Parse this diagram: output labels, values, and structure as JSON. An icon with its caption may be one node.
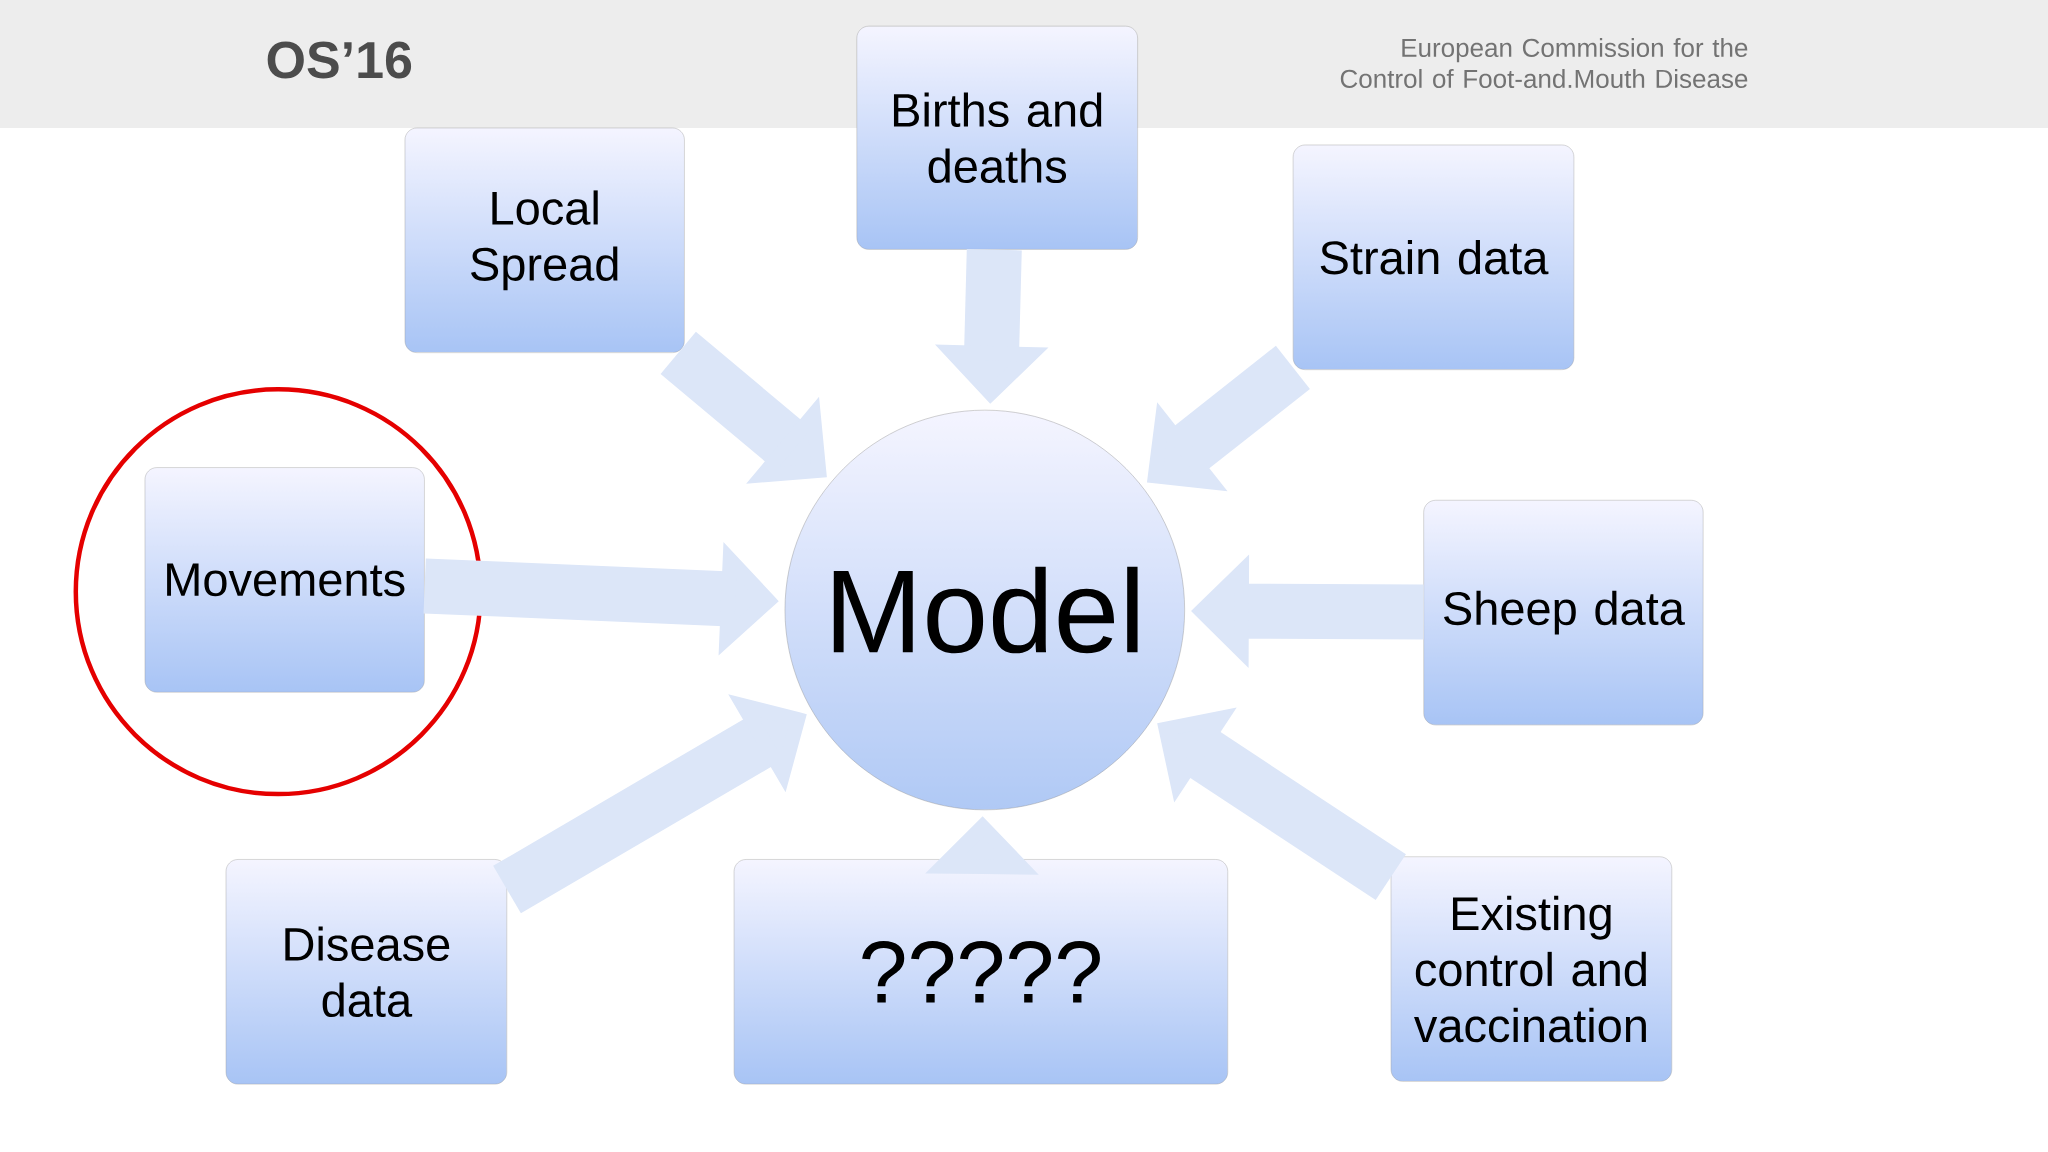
{
  "diagram": {
    "nodes": [
      {
        "text": [
          "Local Spread"
        ]
      },
      {
        "text": [
          "Births and deaths"
        ]
      },
      {
        "text": [
          "Strain data"
        ]
      },
      {
        "text": [
          "Movements"
        ]
      },
      {
        "text": [
          "Model"
        ]
      },
      {
        "text": [
          "Sheep data"
        ]
      },
      {
        "text": [
          "Disease data"
        ]
      },
      {
        "text": [
          "?????"
        ]
      },
      {
        "text": [
          "Existing control and vaccination"
        ]
      }
    ],
    "edges": [
      {
        "from": 0,
        "to": 4,
        "arrow": "to"
      },
      {
        "from": 1,
        "to": 4,
        "arrow": "to"
      },
      {
        "from": 2,
        "to": 4,
        "arrow": "to"
      },
      {
        "from": 3,
        "to": 4,
        "arrow": "to"
      },
      {
        "from": 5,
        "to": 4,
        "arrow": "to"
      },
      {
        "from": 6,
        "to": 4,
        "arrow": "to"
      },
      {
        "from": 7,
        "to": 4,
        "arrow": "to"
      },
      {
        "from": 8,
        "to": 4,
        "arrow": "to"
      }
    ],
    "labels": [
      "OS’16",
      "European Commission for the Control of Foot-and.Mouth Disease"
    ]
  }
}
